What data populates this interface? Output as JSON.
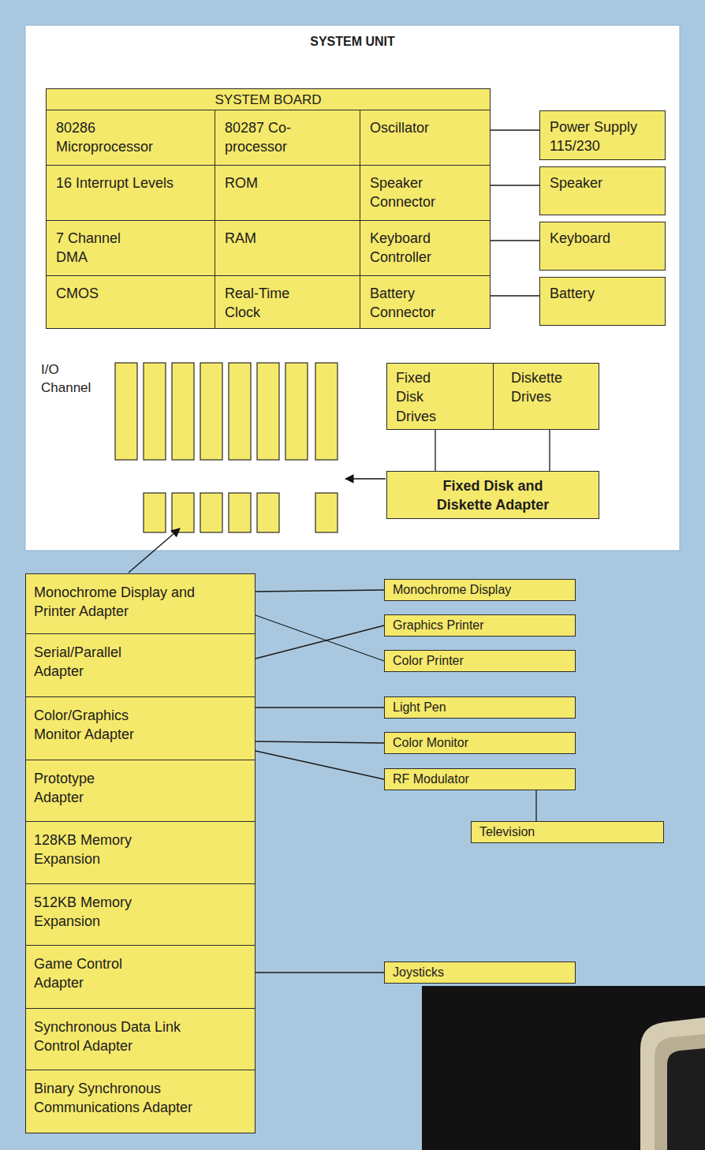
{
  "diagram": {
    "nodes": [
      {
        "text": [
          "SYSTEM UNIT"
        ]
      },
      {
        "text": [
          "SYSTEM BOARD"
        ],
        "in": 0
      },
      {
        "text": [
          "80286 Microprocessor"
        ],
        "in": 1
      },
      {
        "text": [
          "80287 Co-processor"
        ],
        "in": 1
      },
      {
        "text": [
          "Oscillator"
        ],
        "in": 1
      },
      {
        "text": [
          "16 Interrupt Levels"
        ],
        "in": 1
      },
      {
        "text": [
          "ROM"
        ],
        "in": 1
      },
      {
        "text": [
          "Speaker Connector"
        ],
        "in": 1
      },
      {
        "text": [
          "7 Channel DMA"
        ],
        "in": 1
      },
      {
        "text": [
          "RAM"
        ],
        "in": 1
      },
      {
        "text": [
          "Keyboard Controller"
        ],
        "in": 1
      },
      {
        "text": [
          "CMOS"
        ],
        "in": 1
      },
      {
        "text": [
          "Real-Time Clock"
        ],
        "in": 1
      },
      {
        "text": [
          "Battery Connector"
        ],
        "in": 1
      },
      {
        "text": [
          "Power Supply 115/230"
        ],
        "in": 0
      },
      {
        "text": [
          "Speaker"
        ],
        "in": 0
      },
      {
        "text": [
          "Keyboard"
        ],
        "in": 0
      },
      {
        "text": [
          "Battery"
        ],
        "in": 0
      },
      {
        "text": [
          "Fixed Disk Drives"
        ],
        "in": 0
      },
      {
        "text": [
          "Diskette Drives"
        ],
        "in": 0
      },
      {
        "text": [
          "Fixed Disk and Diskette Adapter"
        ],
        "in": 0
      },
      {
        "text": [
          "Monochrome Display and Printer Adapter"
        ]
      },
      {
        "text": [
          "Serial/Parallel Adapter"
        ]
      },
      {
        "text": [
          "Color/Graphics Monitor Adapter"
        ]
      },
      {
        "text": [
          "Prototype Adapter"
        ]
      },
      {
        "text": [
          "128KB Memory Expansion"
        ]
      },
      {
        "text": [
          "512KB Memory Expansion"
        ]
      },
      {
        "text": [
          "Game Control Adapter"
        ]
      },
      {
        "text": [
          "Synchronous Data Link Control Adapter"
        ]
      },
      {
        "text": [
          "Binary Synchronous Communications Adapter"
        ]
      },
      {
        "text": [
          "Monochrome Display"
        ]
      },
      {
        "text": [
          "Graphics Printer"
        ]
      },
      {
        "text": [
          "Color Printer"
        ]
      },
      {
        "text": [
          "Light Pen"
        ]
      },
      {
        "text": [
          "Color Monitor"
        ]
      },
      {
        "text": [
          "RF Modulator"
        ]
      },
      {
        "text": [
          "Television"
        ]
      },
      {
        "text": [
          "Joysticks"
        ]
      }
    ],
    "edges": [
      {
        "from": 4,
        "to": 14,
        "arrow": "none"
      },
      {
        "from": 7,
        "to": 15,
        "arrow": "none"
      },
      {
        "from": 10,
        "to": 16,
        "arrow": "none"
      },
      {
        "from": 13,
        "to": 17,
        "arrow": "none"
      },
      {
        "from": 18,
        "to": 20,
        "arrow": "none"
      },
      {
        "from": 19,
        "to": 20,
        "arrow": "none"
      },
      {
        "from": 21,
        "to": 30,
        "arrow": "none"
      },
      {
        "from": 21,
        "to": 32,
        "arrow": "none"
      },
      {
        "from": 22,
        "to": 31,
        "arrow": "none"
      },
      {
        "from": 23,
        "to": 33,
        "arrow": "none"
      },
      {
        "from": 23,
        "to": 34,
        "arrow": "none"
      },
      {
        "from": 23,
        "to": 35,
        "arrow": "none"
      },
      {
        "from": 35,
        "to": 36,
        "arrow": "none"
      },
      {
        "from": 27,
        "to": 37,
        "arrow": "none"
      }
    ],
    "labels": [
      "I/O Channel"
    ]
  }
}
